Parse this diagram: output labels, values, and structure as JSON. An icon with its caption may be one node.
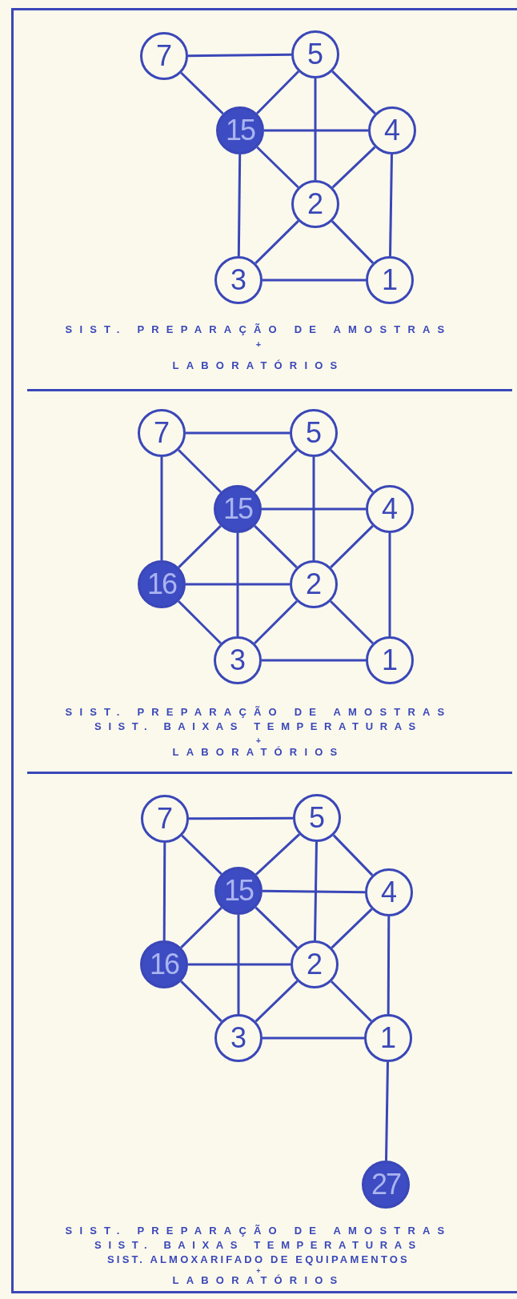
{
  "diagram": {
    "nodes": [
      {
        "text": [
          "7"
        ]
      },
      {
        "text": [
          "5"
        ]
      },
      {
        "text": [
          "15"
        ]
      },
      {
        "text": [
          "4"
        ]
      },
      {
        "text": [
          "2"
        ]
      },
      {
        "text": [
          "3"
        ]
      },
      {
        "text": [
          "1"
        ]
      },
      {
        "text": [
          "7"
        ]
      },
      {
        "text": [
          "5"
        ]
      },
      {
        "text": [
          "15"
        ]
      },
      {
        "text": [
          "4"
        ]
      },
      {
        "text": [
          "16"
        ]
      },
      {
        "text": [
          "2"
        ]
      },
      {
        "text": [
          "3"
        ]
      },
      {
        "text": [
          "1"
        ]
      },
      {
        "text": [
          "7"
        ]
      },
      {
        "text": [
          "5"
        ]
      },
      {
        "text": [
          "15"
        ]
      },
      {
        "text": [
          "4"
        ]
      },
      {
        "text": [
          "16"
        ]
      },
      {
        "text": [
          "2"
        ]
      },
      {
        "text": [
          "3"
        ]
      },
      {
        "text": [
          "1"
        ]
      },
      {
        "text": [
          "27"
        ]
      }
    ],
    "edges": [
      {
        "from": 0,
        "to": 1,
        "arrow": "none"
      },
      {
        "from": 0,
        "to": 2,
        "arrow": "none"
      },
      {
        "from": 1,
        "to": 2,
        "arrow": "none"
      },
      {
        "from": 1,
        "to": 4,
        "arrow": "none"
      },
      {
        "from": 1,
        "to": 3,
        "arrow": "none"
      },
      {
        "from": 2,
        "to": 3,
        "arrow": "none"
      },
      {
        "from": 2,
        "to": 4,
        "arrow": "none"
      },
      {
        "from": 2,
        "to": 5,
        "arrow": "none"
      },
      {
        "from": 3,
        "to": 4,
        "arrow": "none"
      },
      {
        "from": 3,
        "to": 6,
        "arrow": "none"
      },
      {
        "from": 4,
        "to": 5,
        "arrow": "none"
      },
      {
        "from": 4,
        "to": 6,
        "arrow": "none"
      },
      {
        "from": 5,
        "to": 6,
        "arrow": "none"
      },
      {
        "from": 7,
        "to": 8,
        "arrow": "none"
      },
      {
        "from": 7,
        "to": 9,
        "arrow": "none"
      },
      {
        "from": 7,
        "to": 11,
        "arrow": "none"
      },
      {
        "from": 8,
        "to": 9,
        "arrow": "none"
      },
      {
        "from": 8,
        "to": 12,
        "arrow": "none"
      },
      {
        "from": 8,
        "to": 10,
        "arrow": "none"
      },
      {
        "from": 9,
        "to": 10,
        "arrow": "none"
      },
      {
        "from": 9,
        "to": 12,
        "arrow": "none"
      },
      {
        "from": 9,
        "to": 11,
        "arrow": "none"
      },
      {
        "from": 9,
        "to": 13,
        "arrow": "none"
      },
      {
        "from": 10,
        "to": 12,
        "arrow": "none"
      },
      {
        "from": 10,
        "to": 14,
        "arrow": "none"
      },
      {
        "from": 11,
        "to": 12,
        "arrow": "none"
      },
      {
        "from": 11,
        "to": 13,
        "arrow": "none"
      },
      {
        "from": 12,
        "to": 13,
        "arrow": "none"
      },
      {
        "from": 12,
        "to": 14,
        "arrow": "none"
      },
      {
        "from": 13,
        "to": 14,
        "arrow": "none"
      },
      {
        "from": 15,
        "to": 16,
        "arrow": "none"
      },
      {
        "from": 15,
        "to": 17,
        "arrow": "none"
      },
      {
        "from": 15,
        "to": 19,
        "arrow": "none"
      },
      {
        "from": 16,
        "to": 17,
        "arrow": "none"
      },
      {
        "from": 16,
        "to": 20,
        "arrow": "none"
      },
      {
        "from": 16,
        "to": 18,
        "arrow": "none"
      },
      {
        "from": 17,
        "to": 18,
        "arrow": "none"
      },
      {
        "from": 17,
        "to": 20,
        "arrow": "none"
      },
      {
        "from": 17,
        "to": 19,
        "arrow": "none"
      },
      {
        "from": 17,
        "to": 21,
        "arrow": "none"
      },
      {
        "from": 18,
        "to": 20,
        "arrow": "none"
      },
      {
        "from": 18,
        "to": 22,
        "arrow": "none"
      },
      {
        "from": 19,
        "to": 20,
        "arrow": "none"
      },
      {
        "from": 19,
        "to": 21,
        "arrow": "none"
      },
      {
        "from": 20,
        "to": 21,
        "arrow": "none"
      },
      {
        "from": 20,
        "to": 22,
        "arrow": "none"
      },
      {
        "from": 21,
        "to": 22,
        "arrow": "none"
      },
      {
        "from": 22,
        "to": 23,
        "arrow": "none"
      }
    ],
    "labels": [
      "SIST. PREPARAÇÃO DE AMOSTRAS",
      "+",
      "LABORATÓRIOS",
      "SIST. PREPARAÇÃO DE AMOSTRAS",
      "SIST. BAIXAS TEMPERATURAS",
      "+",
      "LABORATÓRIOS",
      "SIST. PREPARAÇÃO DE AMOSTRAS",
      "SIST. BAIXAS TEMPERATURAS",
      "SIST. ALMOXARIFADO DE EQUIPAMENTOS",
      "+",
      "LABORATÓRIOS"
    ]
  }
}
